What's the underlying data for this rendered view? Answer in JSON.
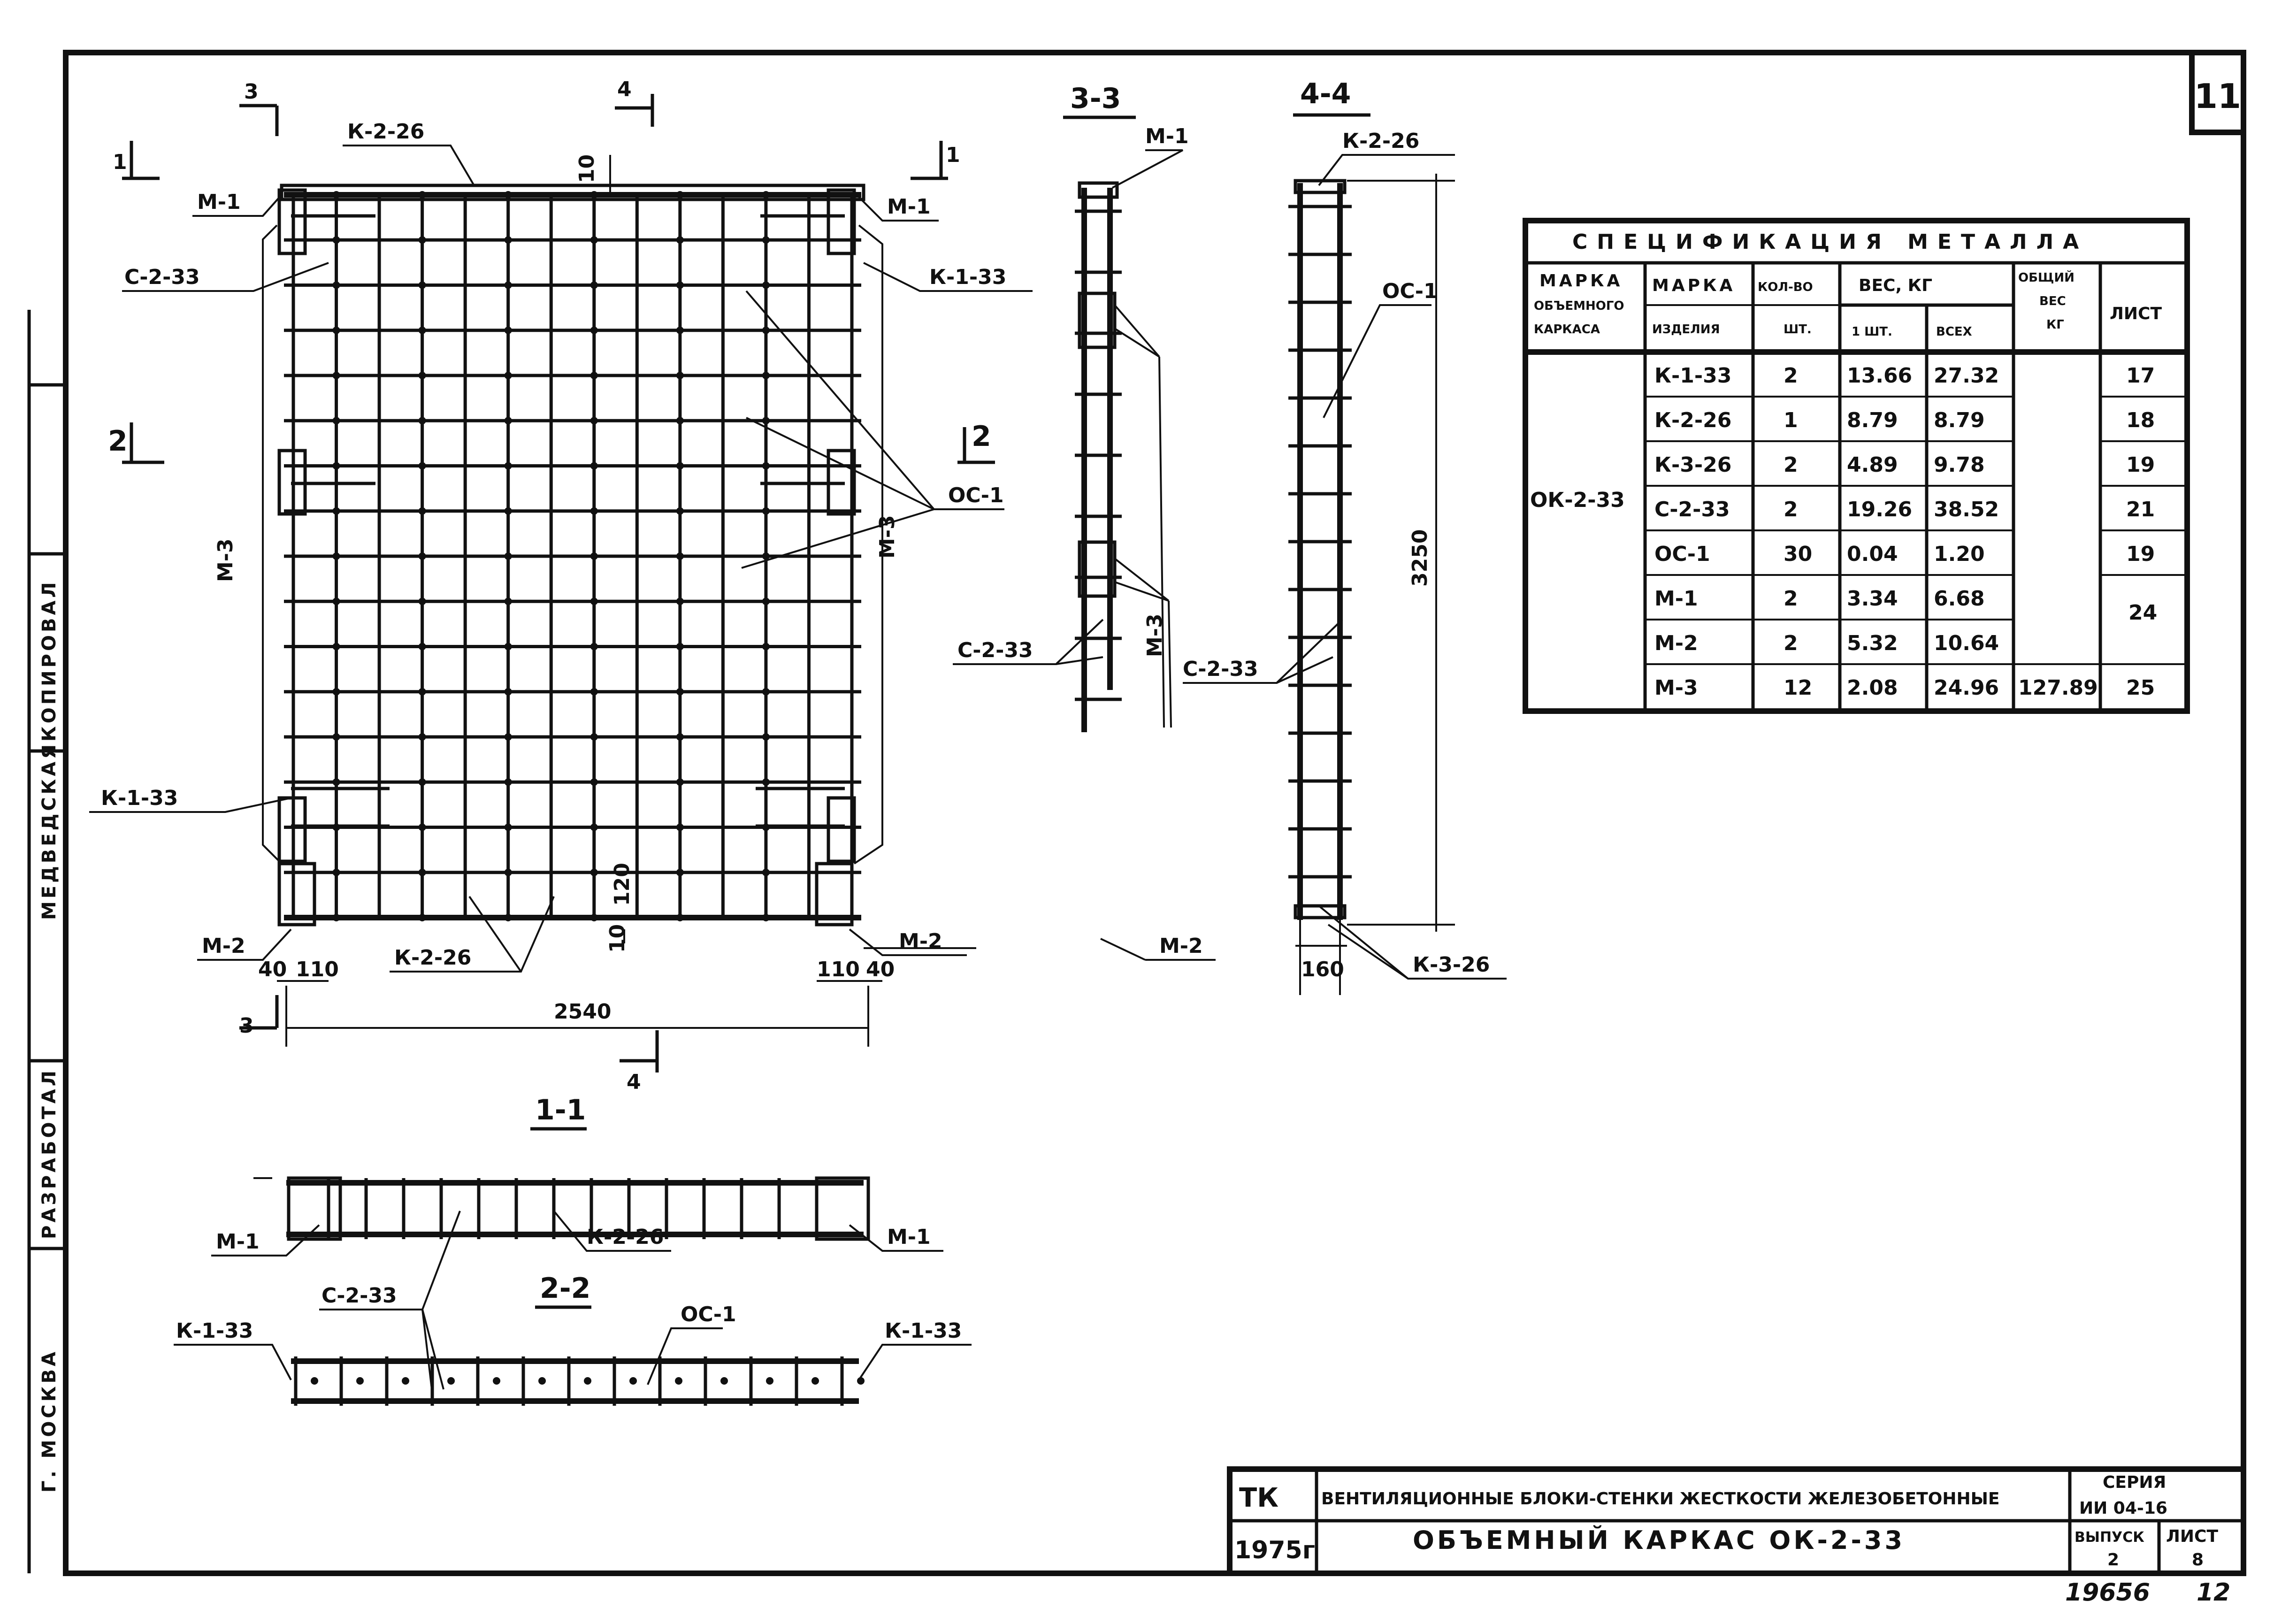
{
  "sheet": {
    "number": "11"
  },
  "labels": {
    "k_2_26": "К-2-26",
    "m_1": "М-1",
    "m_2": "М-2",
    "m_3": "М-3",
    "c_2_33": "С-2-33",
    "k_1_33": "К-1-33",
    "k_3_26": "К-3-26",
    "oc_1": "ОС-1",
    "dim_10": "10",
    "dim_120": "120",
    "dim_110": "110",
    "dim_40": "40",
    "dim_2540": "2540",
    "dim_3250": "3250",
    "dim_160": "160",
    "sec_1": "1",
    "sec_2": "2",
    "sec_3": "3",
    "sec_4": "4"
  },
  "sections": {
    "s11": "1-1",
    "s22": "2-2",
    "s33": "3-3",
    "s44": "4-4"
  },
  "spec_table": {
    "title": "СПЕЦИФИКАЦИЯ МЕТАЛЛА",
    "headers": {
      "marka_karkasa_1": "МАРКА",
      "marka_karkasa_2": "ОБЪЕМНОГО",
      "marka_karkasa_3": "КАРКАСА",
      "marka_izd_1": "МАРКА",
      "marka_izd_2": "ИЗДЕЛИЯ",
      "kol_vo": "КОЛ-ВО",
      "sht": "ШТ.",
      "ves": "ВЕС, КГ",
      "ves_1sht": "1 ШТ.",
      "ves_vseh": "ВСЕХ",
      "obshchiy_1": "ОБЩИЙ",
      "obshchiy_2": "ВЕС",
      "obshchiy_3": "КГ",
      "list": "ЛИСТ"
    },
    "karkas": "ОК-2-33",
    "total": "127.89",
    "rows": [
      {
        "marka": "К-1-33",
        "kol": "2",
        "ves1": "13.66",
        "vseh": "27.32",
        "list": "17"
      },
      {
        "marka": "К-2-26",
        "kol": "1",
        "ves1": "8.79",
        "vseh": "8.79",
        "list": "18"
      },
      {
        "marka": "К-3-26",
        "kol": "2",
        "ves1": "4.89",
        "vseh": "9.78",
        "list": "19"
      },
      {
        "marka": "С-2-33",
        "kol": "2",
        "ves1": "19.26",
        "vseh": "38.52",
        "list": "21"
      },
      {
        "marka": "ОС-1",
        "kol": "30",
        "ves1": "0.04",
        "vseh": "1.20",
        "list": "19"
      },
      {
        "marka": "М-1",
        "kol": "2",
        "ves1": "3.34",
        "vseh": "6.68",
        "list": ""
      },
      {
        "marka": "М-2",
        "kol": "2",
        "ves1": "5.32",
        "vseh": "10.64",
        "list": ""
      },
      {
        "marka": "М-3",
        "kol": "12",
        "ves1": "2.08",
        "vseh": "24.96",
        "list": "25"
      }
    ],
    "list_merged": "24"
  },
  "title_block": {
    "org": "ТК",
    "year": "1975г",
    "subject": "ВЕНТИЛЯЦИОННЫЕ БЛОКИ-СТЕНКИ ЖЕСТКОСТИ ЖЕЛЕЗОБЕТОННЫЕ",
    "title": "ОБЪЕМНЫЙ КАРКАС ОК-2-33",
    "seria_label": "СЕРИЯ",
    "seria_value": "ИИ 04-16",
    "vypusk_label": "ВЫПУСК",
    "vypusk_value": "2",
    "list_label": "ЛИСТ",
    "list_value": "8"
  },
  "footer": {
    "inventory": "19656",
    "page": "12"
  },
  "side_stamp": {
    "city": "Г. МОСКВА",
    "developed": "РАЗРАБОТАЛ",
    "copied": "КОПИРОВАЛ",
    "name": "МЕДВЕДСКАЯ"
  }
}
